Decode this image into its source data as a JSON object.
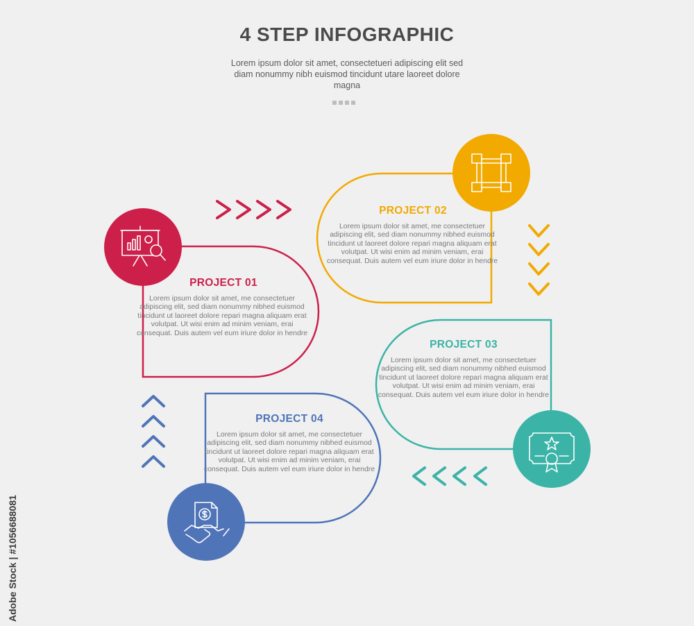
{
  "header": {
    "title": "4 STEP INFOGRAPHIC",
    "subtitle": "Lorem ipsum dolor sit amet, consectetueri adipiscing elit sed diam nonummy nibh euismod tincidunt utare laoreet dolore magna"
  },
  "steps": [
    {
      "title": "PROJECT 01",
      "body": "Lorem ipsum dolor sit amet, me consectetuer adipiscing elit, sed diam nonummy nibhed euismod tincidunt ut laoreet dolore repari magna aliquam erat volutpat. Ut wisi enim ad minim veniam, erai consequat. Duis autem vel eum iriure dolor in hendre",
      "color": "#cc1f4a",
      "icon": "presentation-board-icon"
    },
    {
      "title": "PROJECT 02",
      "body": "Lorem ipsum dolor sit amet, me consectetuer adipiscing elit, sed diam nonummy nibhed euismod tincidunt ut laoreet dolore repari magna aliquam erat volutpat. Ut wisi enim ad minim veniam, erai consequat. Duis autem vel eum iriure dolor in hendre",
      "color": "#f2a900",
      "icon": "teamwork-hands-icon"
    },
    {
      "title": "PROJECT 03",
      "body": "Lorem ipsum dolor sit amet, me consectetuer adipiscing elit, sed diam nonummy nibhed euismod tincidunt ut laoreet dolore repari magna aliquam erat volutpat. Ut wisi enim ad minim veniam, erai consequat. Duis autem vel eum iriure dolor in hendre",
      "color": "#3bb3a6",
      "icon": "certificate-icon"
    },
    {
      "title": "PROJECT 04",
      "body": "Lorem ipsum dolor sit amet, me consectetuer adipiscing elit, sed diam nonummy nibhed euismod tincidunt ut laoreet dolore repari magna aliquam erat volutpat. Ut wisi enim ad minim veniam, erai consequat. Duis autem vel eum iriure dolor in hendre",
      "color": "#4f74b8",
      "icon": "handshake-deal-icon"
    }
  ],
  "watermark": "Adobe Stock | #1056688081"
}
